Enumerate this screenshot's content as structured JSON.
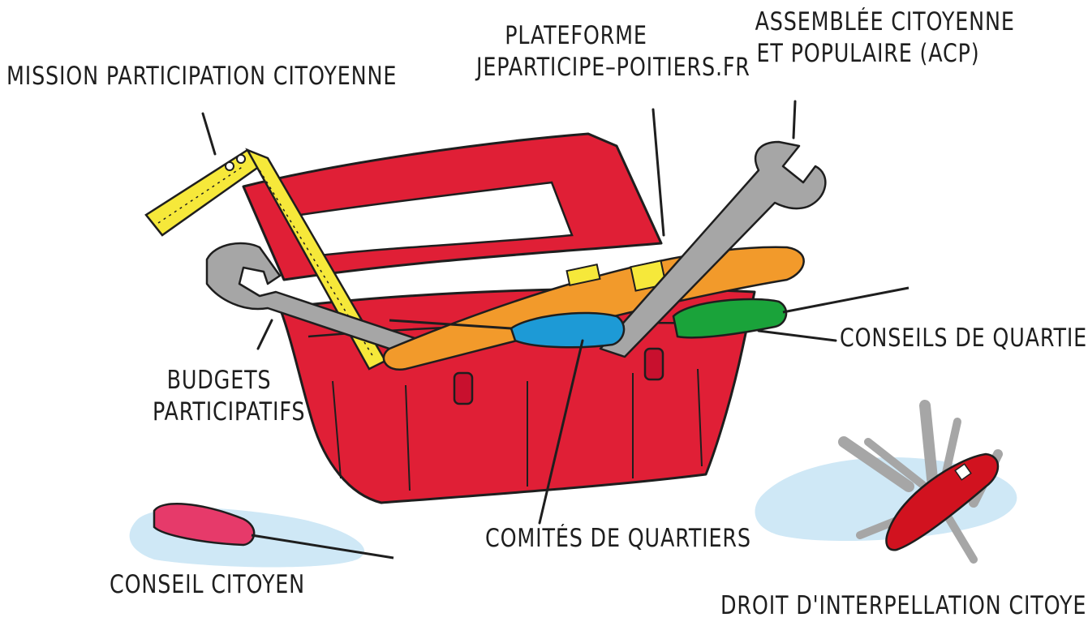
{
  "labels": {
    "mission": "MISSION PARTICIPATION CITOYENNE",
    "plateforme_1": "PLATEFORME",
    "plateforme_2": "JEPARTICIPE–POITIERS.FR",
    "acp_1": "ASSEMBLÉE CITOYENNE",
    "acp_2": "ET POPULAIRE (ACP)",
    "budgets_1": "BUDGETS",
    "budgets_2": "PARTICIPATIFS",
    "conseils_quartiers": "CONSEILS DE QUARTIERS",
    "comites": "COMITÉS DE QUARTIERS",
    "conseil_citoyen": "CONSEIL CITOYEN",
    "droit": "DROIT D'INTERPELLATION CITOYENNE"
  },
  "colors": {
    "toolbox_red": "#e01f36",
    "ruler_yellow": "#f6e83a",
    "level_orange": "#f29a2b",
    "screwdriver_blue": "#1d9ad6",
    "screwdriver_green": "#1aa33a",
    "screwdriver_pink": "#e63a6a",
    "metal_grey": "#a6a6a6",
    "water_blue": "#cfe8f6"
  },
  "icons": [
    "toolbox-icon",
    "square-ruler-icon",
    "adjustable-wrench-icon",
    "spirit-level-icon",
    "open-end-wrench-icon",
    "blue-screwdriver-icon",
    "green-screwdriver-icon",
    "pink-screwdriver-icon",
    "swiss-army-knife-icon"
  ]
}
